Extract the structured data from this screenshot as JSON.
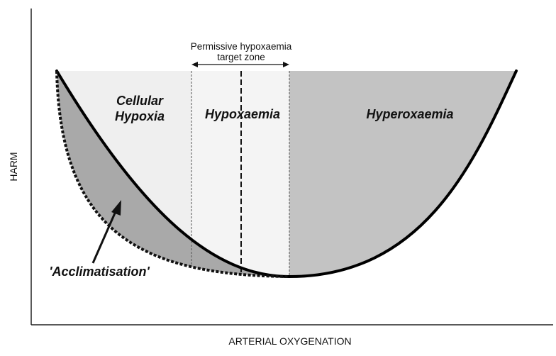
{
  "axes": {
    "x_label": "ARTERIAL OXYGENATION",
    "y_label": "HARM"
  },
  "target_zone": {
    "line1": "Permissive hypoxaemia",
    "line2": "target zone"
  },
  "regions": {
    "cellular_hypoxia_line1": "Cellular",
    "cellular_hypoxia_line2": "Hypoxia",
    "hypoxaemia": "Hypoxaemia",
    "hyperoxaemia": "Hyperoxaemia"
  },
  "annotation": {
    "acclimatisation": "'Acclimatisation'"
  },
  "colors": {
    "light_region": "#efefef",
    "mid_region": "#a9a9a9",
    "hyper_region": "#c3c3c3",
    "curve": "#000000"
  }
}
